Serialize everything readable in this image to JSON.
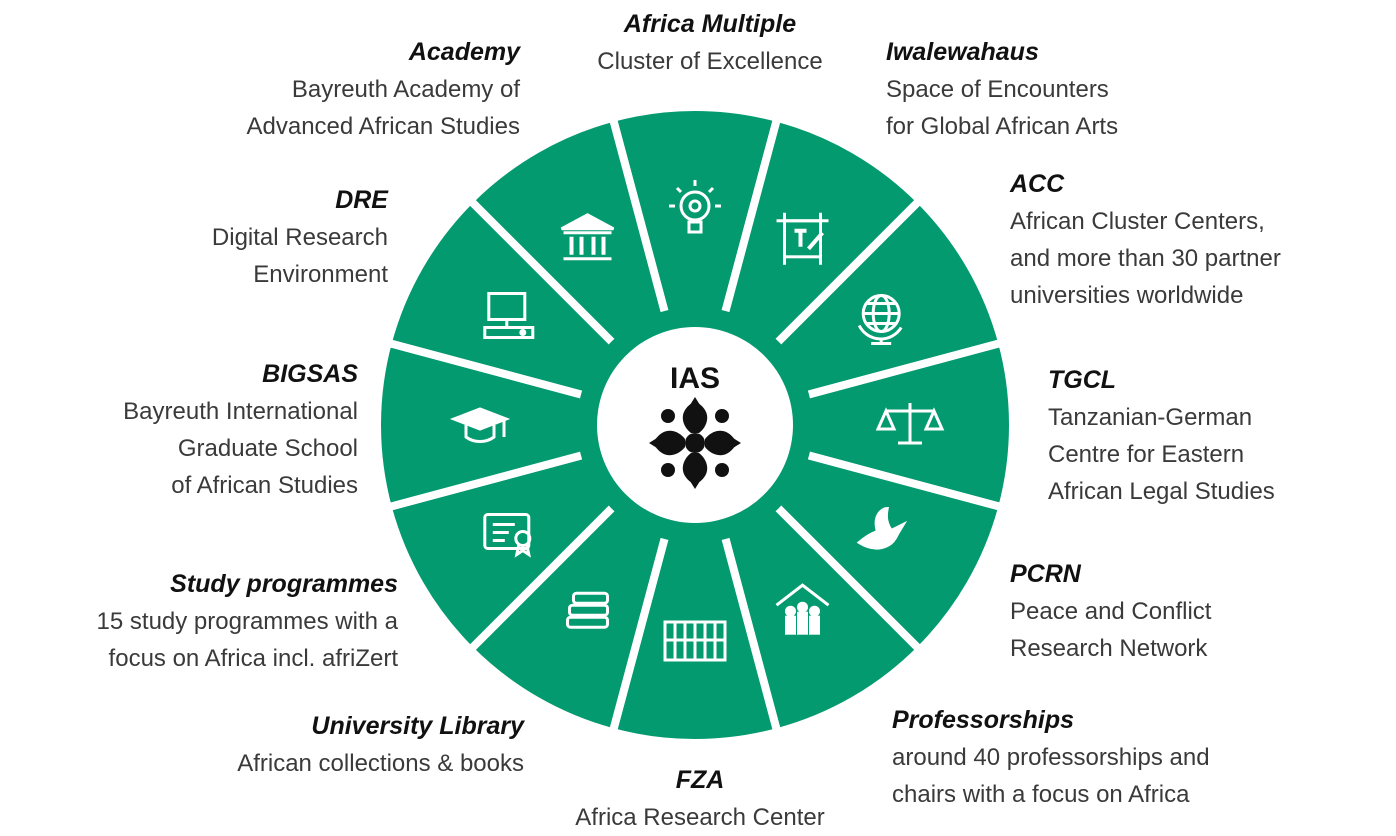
{
  "center": {
    "title": "IAS",
    "emblem": "adinkra-emblem-icon"
  },
  "colors": {
    "accent": "#039a6f",
    "divider": "#ffffff",
    "text": "#333333"
  },
  "segments": [
    {
      "key": "africa-multiple",
      "icon": "lightbulb-gear-icon",
      "title": "Africa Multiple",
      "lines": [
        "Cluster of Excellence"
      ]
    },
    {
      "key": "iwalewahaus",
      "icon": "art-canvas-icon",
      "title": "Iwalewahaus",
      "lines": [
        "Space of Encounters",
        "for Global African Arts"
      ]
    },
    {
      "key": "acc",
      "icon": "globe-icon",
      "title": "ACC",
      "lines": [
        "African Cluster Centers,",
        "and more than 30 partner",
        "universities worldwide"
      ]
    },
    {
      "key": "tgcl",
      "icon": "scales-icon",
      "title": "TGCL",
      "lines": [
        "Tanzanian-German",
        "Centre for Eastern",
        "African Legal Studies"
      ]
    },
    {
      "key": "pcrn",
      "icon": "dove-icon",
      "title": "PCRN",
      "lines": [
        "Peace and Conflict",
        "Research Network"
      ]
    },
    {
      "key": "professorships",
      "icon": "people-house-icon",
      "title": "Professorships",
      "lines": [
        "around 40 professorships and",
        "chairs with a focus on Africa"
      ]
    },
    {
      "key": "fza",
      "icon": "building-icon",
      "title": "FZA",
      "lines": [
        "Africa Research Center"
      ]
    },
    {
      "key": "library",
      "icon": "books-icon",
      "title": "University Library",
      "lines": [
        "African collections & books"
      ]
    },
    {
      "key": "study",
      "icon": "certificate-icon",
      "title": "Study programmes",
      "lines": [
        "15 study programmes with a",
        "focus on Africa incl. afriZert"
      ]
    },
    {
      "key": "bigsas",
      "icon": "graduation-cap-icon",
      "title": "BIGSAS",
      "lines": [
        "Bayreuth International",
        "Graduate School",
        "of African Studies"
      ]
    },
    {
      "key": "dre",
      "icon": "computer-icon",
      "title": "DRE",
      "lines": [
        "Digital Research",
        "Environment"
      ]
    },
    {
      "key": "academy",
      "icon": "institution-icon",
      "title": "Academy",
      "lines": [
        "Bayreuth Academy of",
        "Advanced African Studies"
      ]
    }
  ]
}
